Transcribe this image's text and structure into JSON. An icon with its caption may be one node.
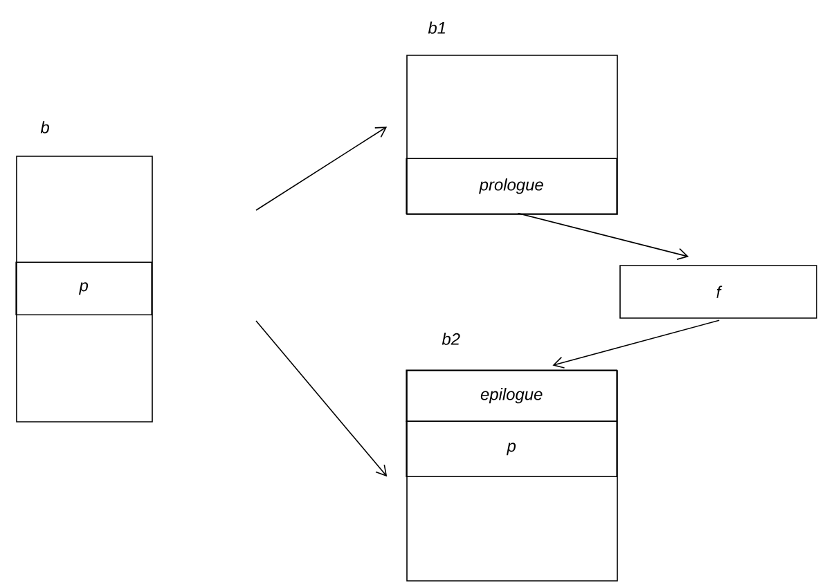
{
  "diagram": {
    "nodes": [
      {
        "text": [
          "b"
        ]
      },
      {
        "text": [
          "p"
        ],
        "in": 0
      },
      {
        "text": [
          "b1"
        ]
      },
      {
        "text": [
          "prologue"
        ],
        "in": 2
      },
      {
        "text": [
          "f"
        ]
      },
      {
        "text": [
          "b2"
        ]
      },
      {
        "text": [
          "epilogue"
        ],
        "in": 5
      },
      {
        "text": [
          "p"
        ],
        "in": 5
      }
    ],
    "edges": [
      {
        "from": null,
        "to": 2,
        "arrow": "to"
      },
      {
        "from": null,
        "to": 5,
        "arrow": "to"
      },
      {
        "from": 3,
        "to": 4,
        "arrow": "to"
      },
      {
        "from": 4,
        "to": 6,
        "arrow": "to"
      }
    ]
  }
}
